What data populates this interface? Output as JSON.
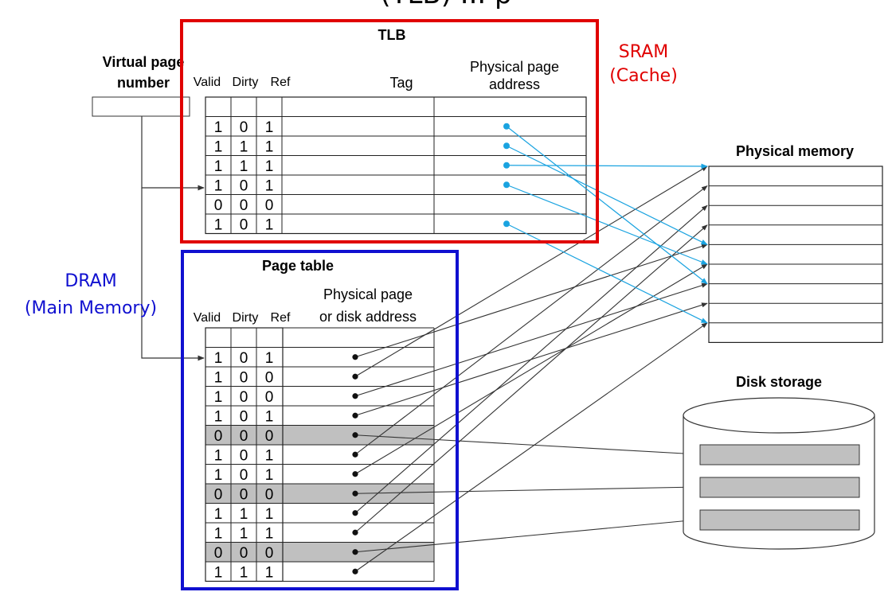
{
  "header_partial": "(TLB) ... p",
  "tlb": {
    "title": "TLB",
    "memory_type": "SRAM",
    "memory_note": "(Cache)",
    "columns": {
      "valid": "Valid",
      "dirty": "Dirty",
      "ref": "Ref",
      "tag": "Tag",
      "phys1": "Physical page",
      "phys2": "address"
    },
    "rows": [
      {
        "valid": "",
        "dirty": "",
        "ref": "",
        "has_pointer": false
      },
      {
        "valid": "1",
        "dirty": "0",
        "ref": "1",
        "has_pointer": true
      },
      {
        "valid": "1",
        "dirty": "1",
        "ref": "1",
        "has_pointer": true
      },
      {
        "valid": "1",
        "dirty": "1",
        "ref": "1",
        "has_pointer": true
      },
      {
        "valid": "1",
        "dirty": "0",
        "ref": "1",
        "has_pointer": true
      },
      {
        "valid": "0",
        "dirty": "0",
        "ref": "0",
        "has_pointer": false
      },
      {
        "valid": "1",
        "dirty": "0",
        "ref": "1",
        "has_pointer": true
      }
    ]
  },
  "virtual_page": {
    "line1": "Virtual page",
    "line2": "number"
  },
  "page_table": {
    "title": "Page table",
    "memory_type": "DRAM",
    "memory_note": "(Main Memory)",
    "columns": {
      "valid": "Valid",
      "dirty": "Dirty",
      "ref": "Ref",
      "phys1": "Physical page",
      "phys2": "or disk address"
    },
    "rows": [
      {
        "valid": "",
        "dirty": "",
        "ref": "",
        "on_disk": false
      },
      {
        "valid": "1",
        "dirty": "0",
        "ref": "1",
        "on_disk": false
      },
      {
        "valid": "1",
        "dirty": "0",
        "ref": "0",
        "on_disk": false
      },
      {
        "valid": "1",
        "dirty": "0",
        "ref": "0",
        "on_disk": false
      },
      {
        "valid": "1",
        "dirty": "0",
        "ref": "1",
        "on_disk": false
      },
      {
        "valid": "0",
        "dirty": "0",
        "ref": "0",
        "on_disk": true
      },
      {
        "valid": "1",
        "dirty": "0",
        "ref": "1",
        "on_disk": false
      },
      {
        "valid": "1",
        "dirty": "0",
        "ref": "1",
        "on_disk": false
      },
      {
        "valid": "0",
        "dirty": "0",
        "ref": "0",
        "on_disk": true
      },
      {
        "valid": "1",
        "dirty": "1",
        "ref": "1",
        "on_disk": false
      },
      {
        "valid": "1",
        "dirty": "1",
        "ref": "1",
        "on_disk": false
      },
      {
        "valid": "0",
        "dirty": "0",
        "ref": "0",
        "on_disk": true
      },
      {
        "valid": "1",
        "dirty": "1",
        "ref": "1",
        "on_disk": false
      }
    ]
  },
  "physical_memory": {
    "title": "Physical memory",
    "frame_count": 9
  },
  "disk_storage": {
    "title": "Disk storage",
    "block_count": 3
  },
  "colors": {
    "tlb_border": "#e00000",
    "page_table_border": "#1010d0",
    "tlb_arrow": "#1aa3e0",
    "arrow": "#333333",
    "shade": "#c0c0c0"
  },
  "mappings": {
    "tlb_to_frame": [
      {
        "tlb_row": 1,
        "frame": 6
      },
      {
        "tlb_row": 2,
        "frame": 4
      },
      {
        "tlb_row": 3,
        "frame": 0
      },
      {
        "tlb_row": 4,
        "frame": 5
      },
      {
        "tlb_row": 6,
        "frame": 8
      }
    ],
    "pt_to_frame": [
      {
        "pt_row": 1,
        "frame": 4
      },
      {
        "pt_row": 2,
        "frame": 0
      },
      {
        "pt_row": 3,
        "frame": 6
      },
      {
        "pt_row": 4,
        "frame": 7
      },
      {
        "pt_row": 6,
        "frame": 1
      },
      {
        "pt_row": 7,
        "frame": 5
      },
      {
        "pt_row": 9,
        "frame": 2
      },
      {
        "pt_row": 10,
        "frame": 3
      },
      {
        "pt_row": 12,
        "frame": 8
      }
    ],
    "pt_to_disk": [
      {
        "pt_row": 5,
        "block": 0
      },
      {
        "pt_row": 8,
        "block": 1
      },
      {
        "pt_row": 11,
        "block": 2
      }
    ]
  }
}
